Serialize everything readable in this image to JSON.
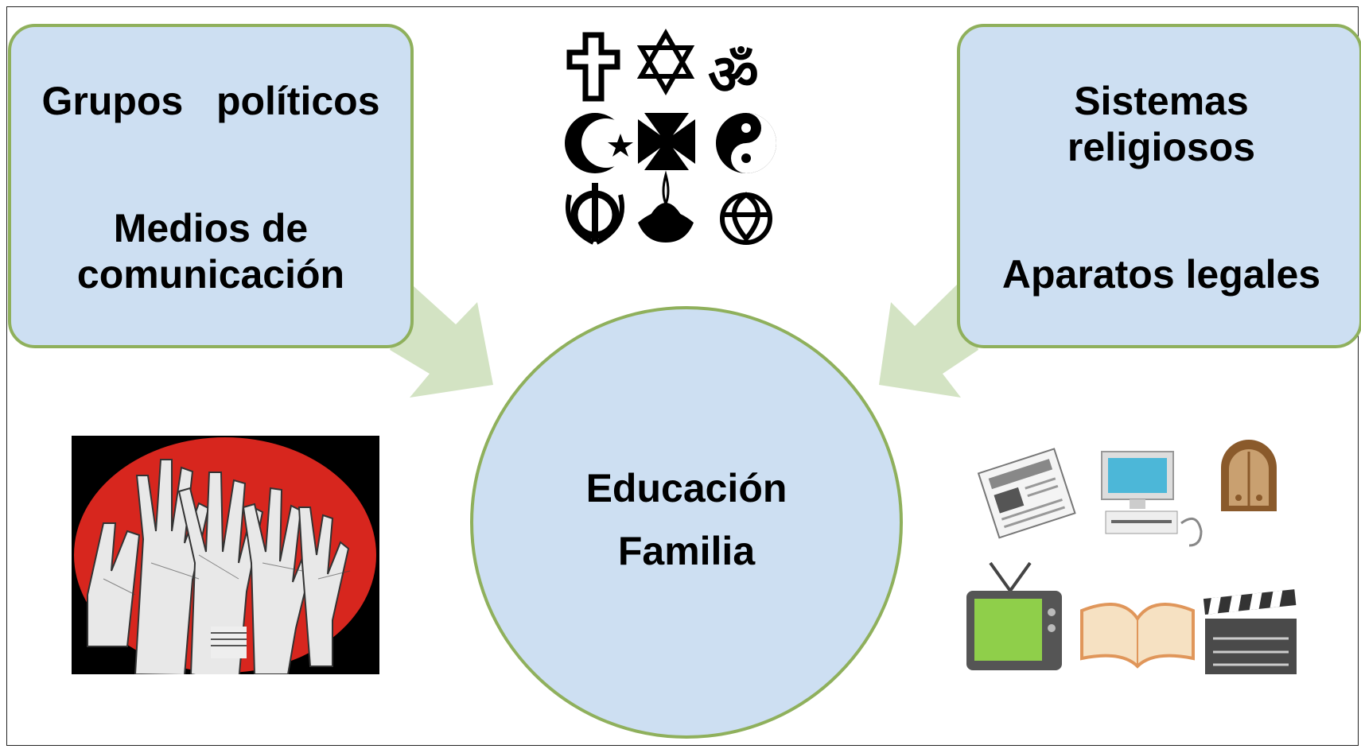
{
  "left_box": {
    "line1": "Grupos   políticos",
    "line2": "Medios de",
    "line3": "comunicación"
  },
  "right_box": {
    "line1": "Sistemas",
    "line2": "religiosos",
    "line3": "Aparatos legales"
  },
  "center": {
    "line1": "Educación",
    "line2": "Familia"
  },
  "images": {
    "religious_symbols": "religious-symbols-icon",
    "raised_hands": "raised-hands-image",
    "media_icons": "media-icons-image"
  },
  "colors": {
    "fill": "#cddff2",
    "border": "#8fb05c",
    "arrow": "#d3e3c3"
  }
}
